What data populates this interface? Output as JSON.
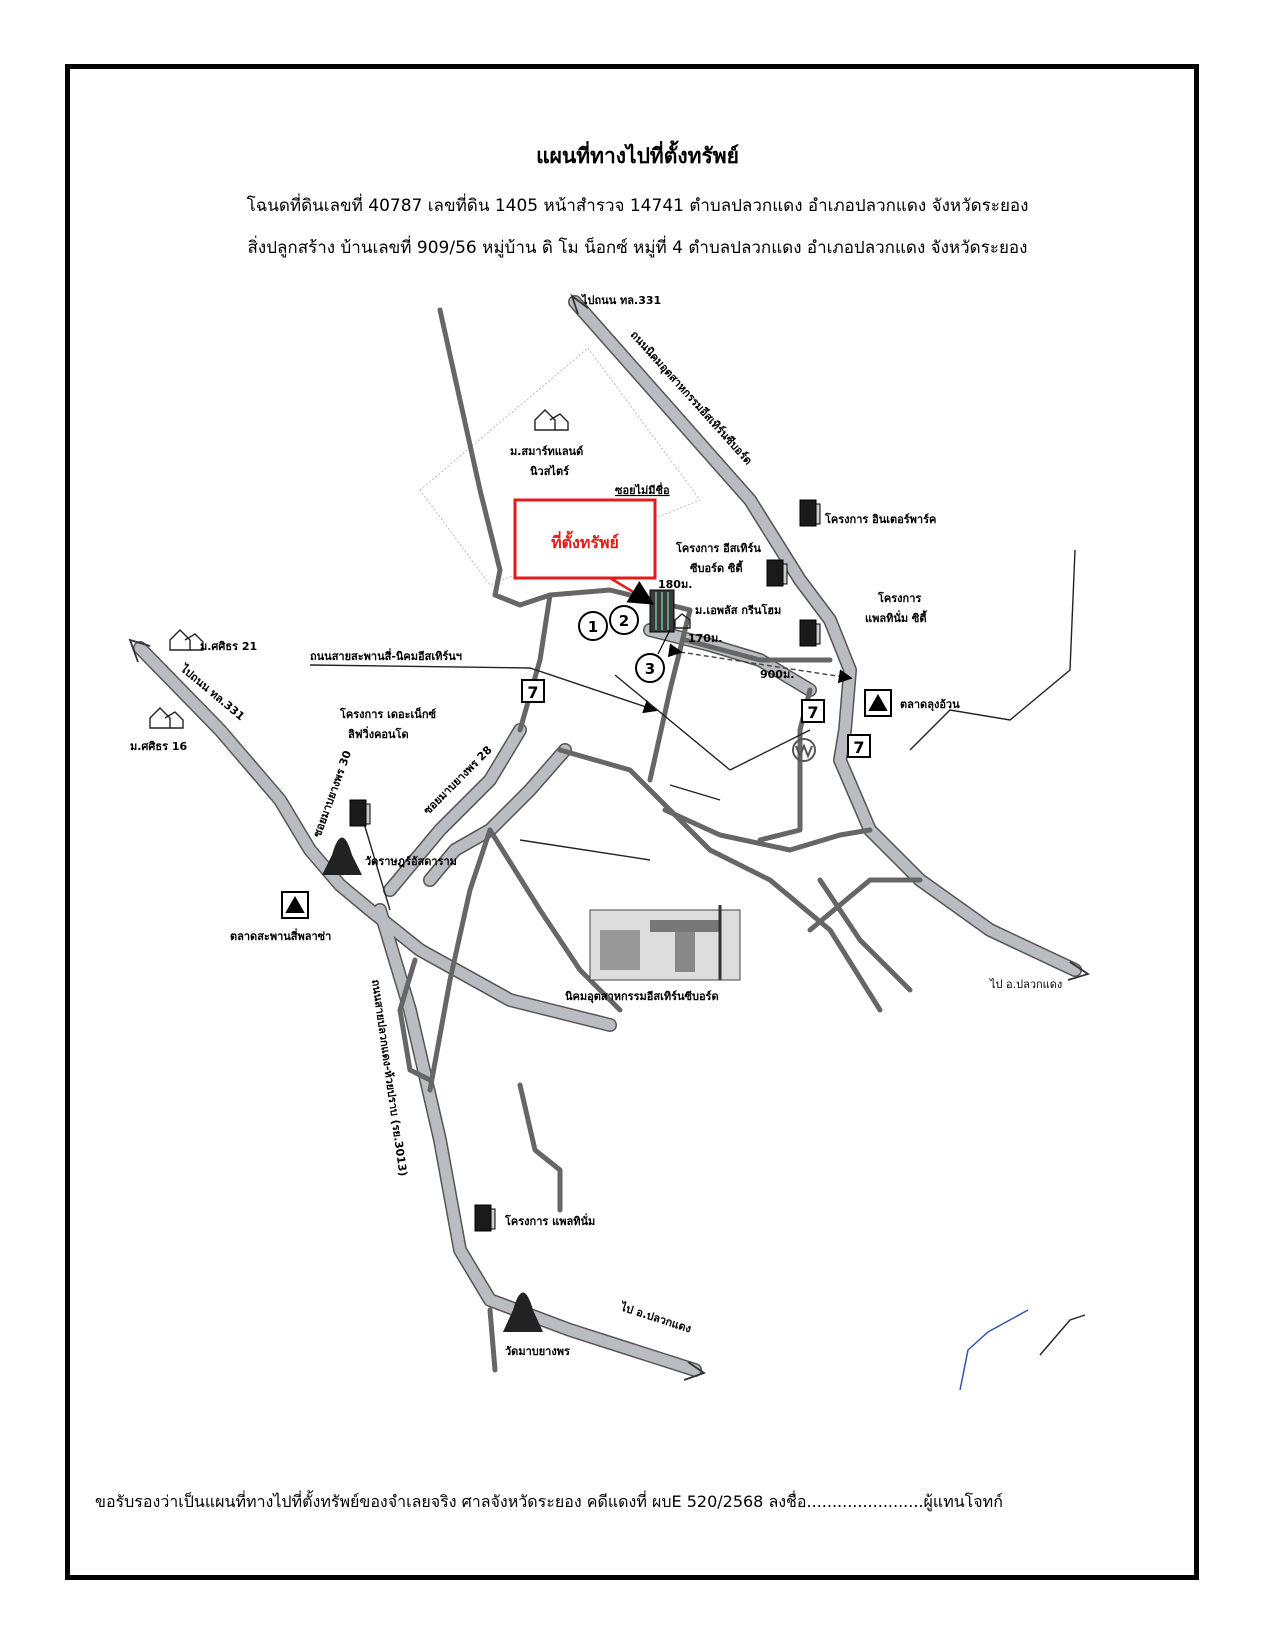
{
  "header": {
    "title": "แผนที่ทางไปที่ตั้งทรัพย์",
    "line1": "โฉนดที่ดินเลขที่ 40787  เลขที่ดิน 1405  หน้าสำรวจ 14741  ตำบลปลวกแดง  อำเภอปลวกแดง  จังหวัดระยอง",
    "line2": "สิ่งปลูกสร้าง บ้านเลขที่ 909/56  หมู่บ้าน ดิ โม น็อกซ์  หมู่ที่ 4  ตำบลปลวกแดง  อำเภอปลวกแดง  จังหวัดระยอง"
  },
  "map": {
    "site_label": "ที่ตั้งทรัพย์",
    "site_color": "#e31b1b",
    "road_color": "#b9bcc0",
    "labels": {
      "to_331_top": "ไปถนน ทล.331",
      "road_eastern_seaboard": "ถนนนิคมอุตสาหกรรมอีสเทิร์นซีบอร์ด",
      "smart_land": "ม.สมาร์ทแลนด์",
      "smart_land2": "นิวสไตร์",
      "soi_no_name": "ซอยไม่มีชื่อ",
      "inter_park": "โครงการ อินเตอร์พาร์ค",
      "eastern_city1": "โครงการ อีสเทิร์น",
      "eastern_city2": "ซีบอร์ด ซิตี้",
      "d180": "180ม.",
      "aplus": "ม.เอพลัส กรีนโฮม",
      "d170": "170ม.",
      "platinum_city1": "โครงการ",
      "platinum_city2": "แพลทินั่ม ซิตี้",
      "d900": "900ม.",
      "road_saphan": "ถนนสายสะพานสี่-นิคมอีสเทิร์นฯ",
      "sasiri21": "ม.ศศิธร 21",
      "to_331_left": "ไปถนน ทล.331",
      "sasiri16": "ม.ศศิธร 16",
      "the_next1": "โครงการ เดอะเน็กซ์",
      "the_next2": "ลิฟวิ่งคอนโด",
      "soi30": "ซอยมาบยางพร 30",
      "soi28": "ซอยมาบยางพร 28",
      "wat_rat": "วัดราษฎร์อัสดาราม",
      "market_lung": "ตลาดลุงอ้วน",
      "market_saphan": "ตลาดสะพานสี่พลาซ่า",
      "estate": "นิคมอุตสาหกรรมอีสเทิร์นซีบอร์ด",
      "to_pluak_right": "ไป อ.ปลวกแดง",
      "road_3013": "ถนนสายปลวกแดง-ห้วยปราบ (รย.3013)",
      "platinum": "โครงการ แพลทินั่ม",
      "to_pluak_bottom": "ไป อ.ปลวกแดง",
      "wat_mab": "วัดมาบยางพร",
      "n1": "1",
      "n2": "2",
      "n3": "3"
    }
  },
  "footer": {
    "certification": "ขอรับรองว่าเป็นแผนที่ทางไปที่ตั้งทรัพย์ของจำเลยจริง ศาลจังหวัดระยอง คดีแดงที่ ผบE 520/2568 ลงชื่อ.......................ผู้แทนโจทก์"
  }
}
